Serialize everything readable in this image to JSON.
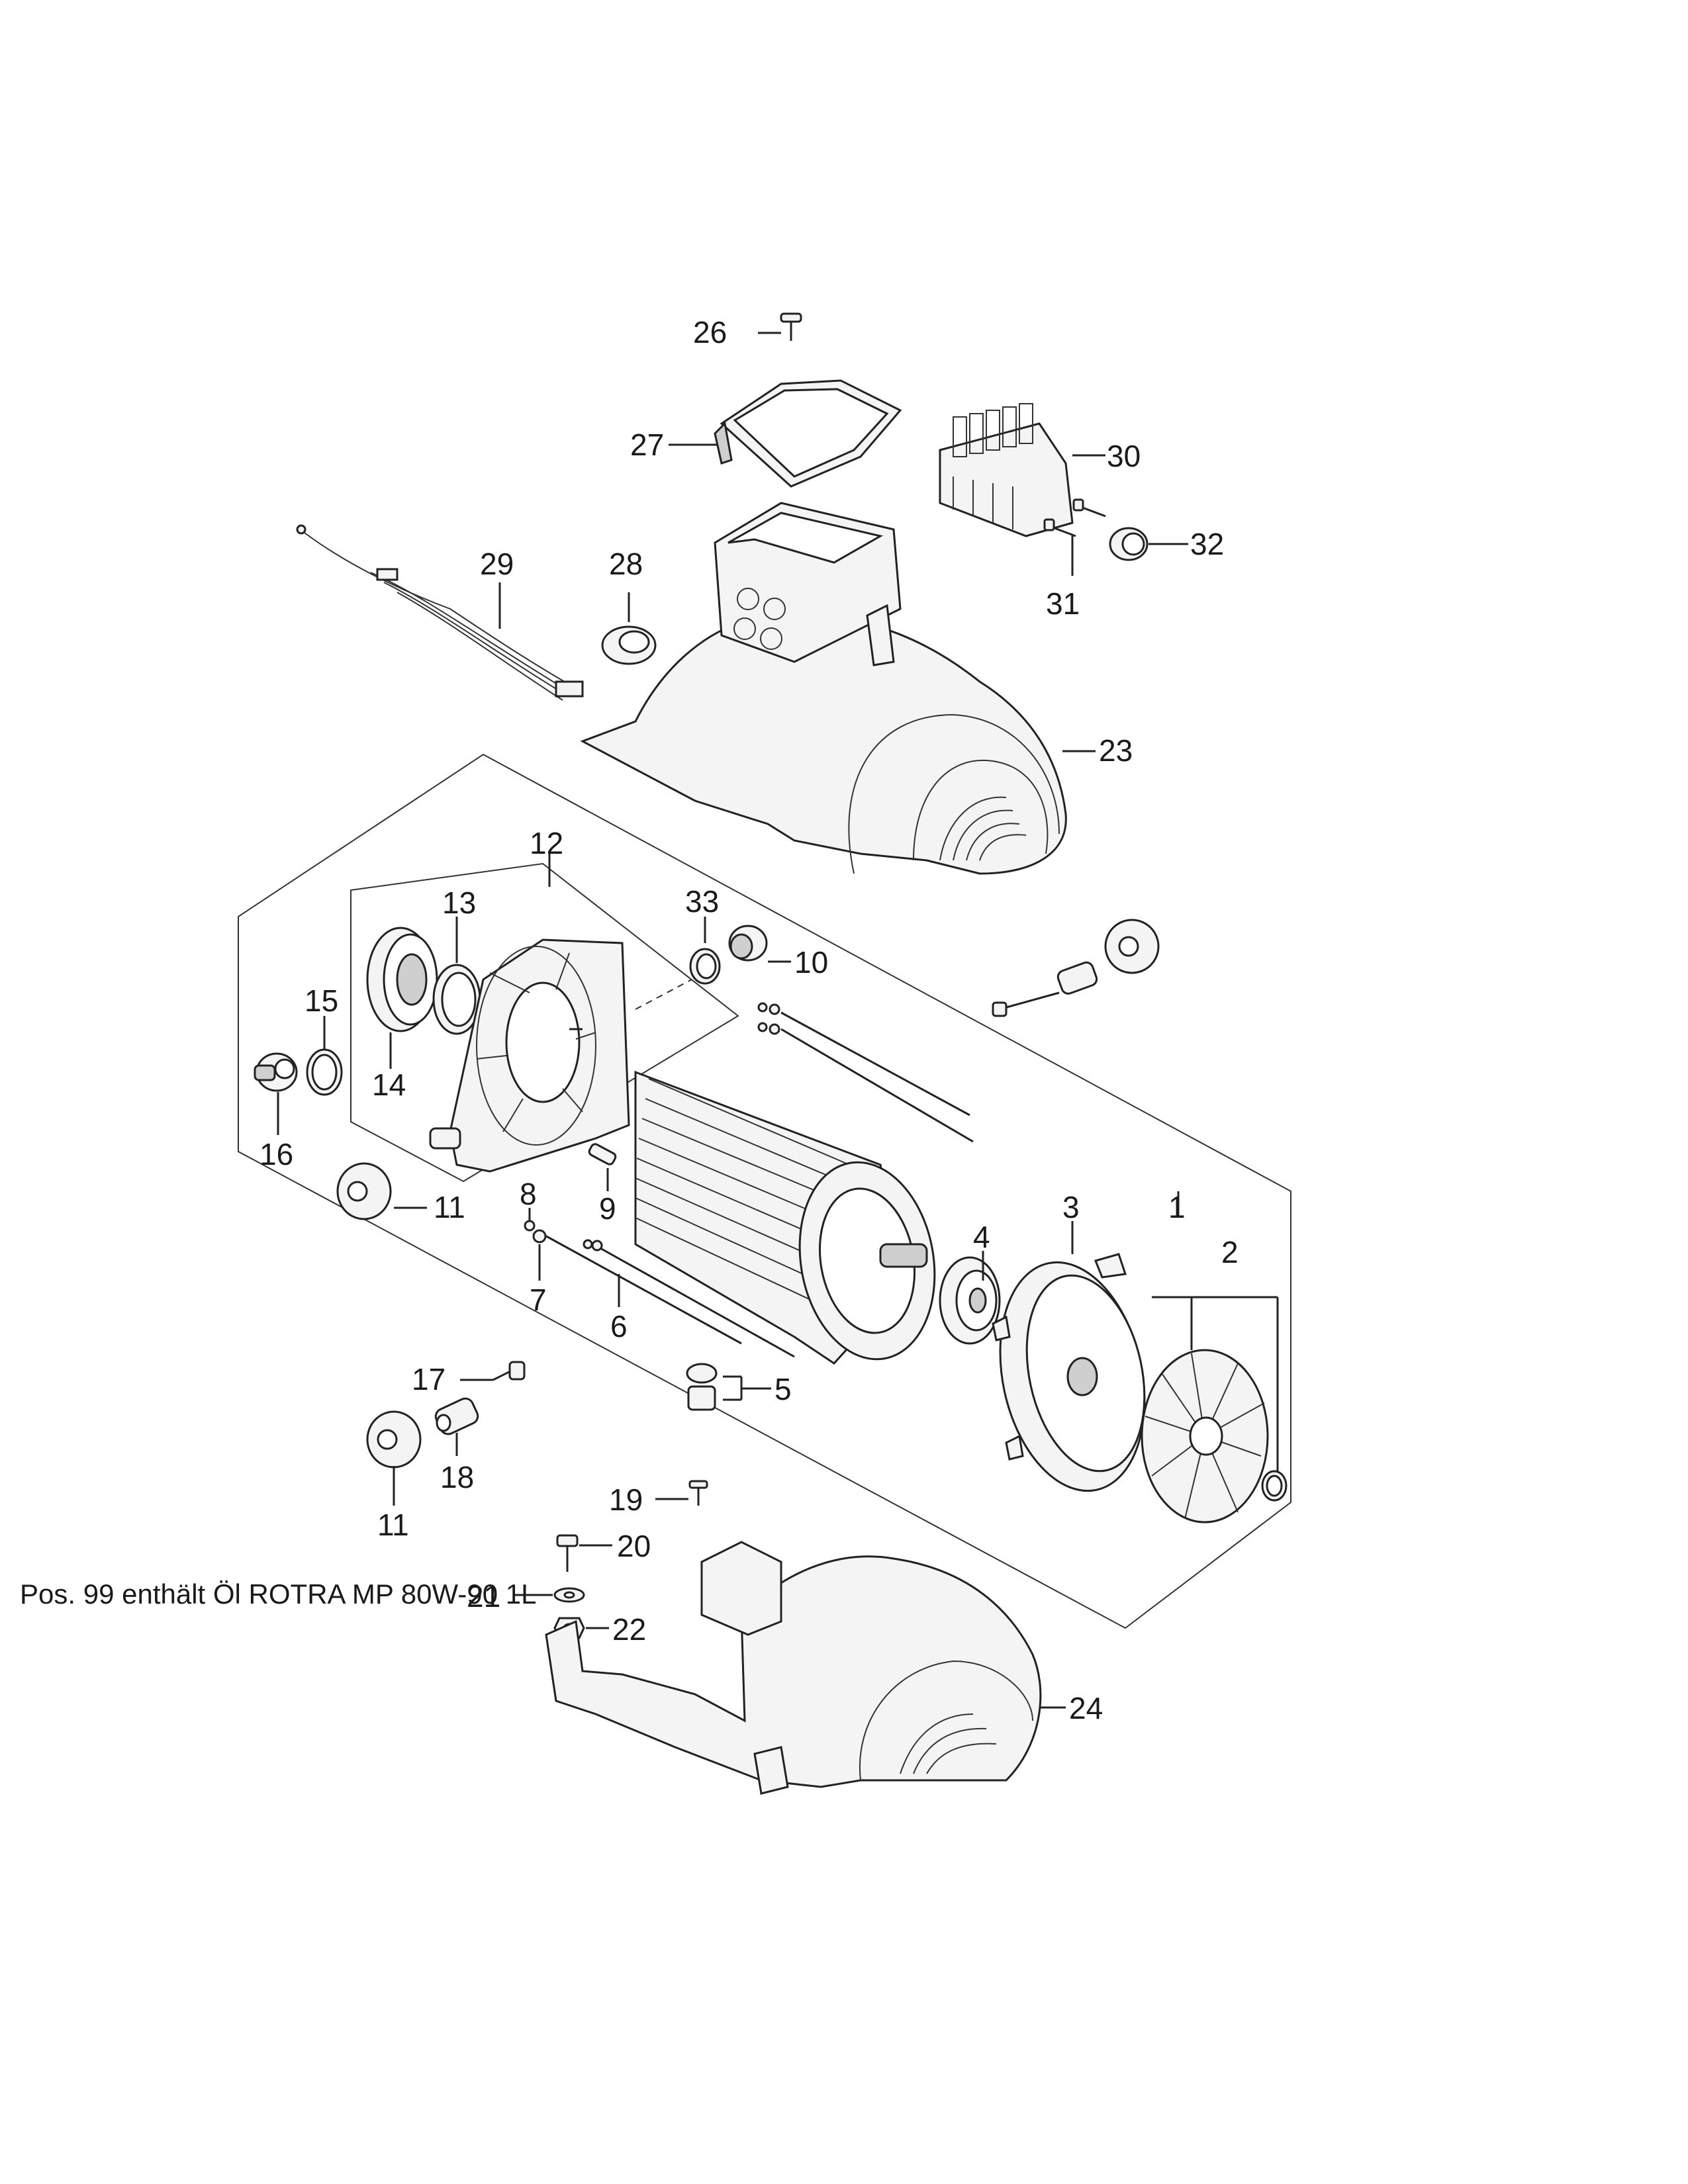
{
  "footnote": "Pos. 99 enthält Öl ROTRA MP 80W-90 1L",
  "labels": {
    "p1": "1",
    "p2": "2",
    "p3": "3",
    "p4": "4",
    "p5": "5",
    "p6": "6",
    "p7": "7",
    "p8": "8",
    "p9": "9",
    "p10": "10",
    "p11a": "11",
    "p11b": "11",
    "p12": "12",
    "p13": "13",
    "p14": "14",
    "p15": "15",
    "p16": "16",
    "p17": "17",
    "p18": "18",
    "p19": "19",
    "p20": "20",
    "p21": "21",
    "p22": "22",
    "p23": "23",
    "p24": "24",
    "p26": "26",
    "p27": "27",
    "p28": "28",
    "p29": "29",
    "p30": "30",
    "p31": "31",
    "p32": "32",
    "p33": "33"
  }
}
